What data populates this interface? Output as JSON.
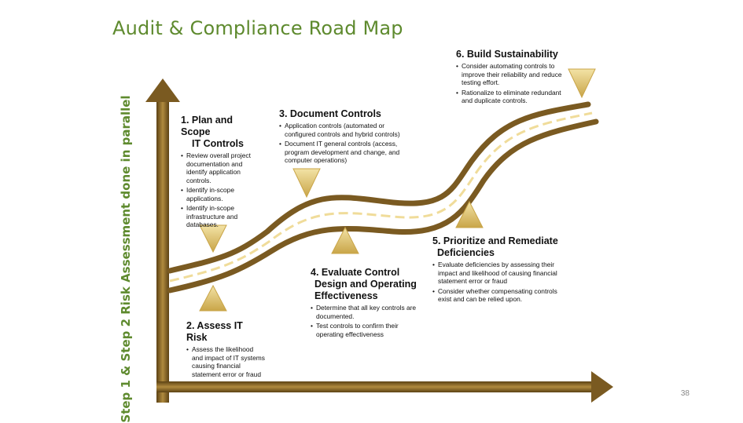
{
  "title": "Audit & Compliance Road Map",
  "vertical_label": "Step 1 & Step 2 Risk Assessment done in parallel",
  "steps": [
    {
      "title_line1": "1. Plan and Scope",
      "title_line2": "IT Controls",
      "bullets": [
        "Review overall project documentation and identify application controls.",
        "Identify in-scope applications.",
        "Identify in-scope infrastructure and databases."
      ]
    },
    {
      "title": "2. Assess IT Risk",
      "bullets": [
        "Assess the likelihood and impact of IT systems causing financial statement error or fraud"
      ]
    },
    {
      "title": "3. Document Controls",
      "bullets": [
        "Application controls (automated or configured controls and hybrid controls)",
        "Document IT general controls (access, program development and change, and computer operations)"
      ]
    },
    {
      "title_line1": "4. Evaluate Control",
      "title_line2": "Design and Operating",
      "title_line3": "Effectiveness",
      "bullets": [
        "Determine that all key controls are documented.",
        "Test controls to confirm their operating effectiveness"
      ]
    },
    {
      "title_line1": "5. Prioritize and Remediate",
      "title_line2": "Deficiencies",
      "bullets": [
        "Evaluate deficiencies by assessing their impact and likelihood of causing financial statement error or fraud",
        "Consider whether compensating controls exist and can be relied upon."
      ]
    },
    {
      "title": "6. Build Sustainability",
      "bullets": [
        "Consider automating controls to improve their reliability and reduce testing effort.",
        "Rationalize to eliminate redundant and duplicate controls."
      ]
    }
  ],
  "page_number": "38",
  "colors": {
    "title": "#5e8a2e",
    "road": "#7a5a21",
    "axis": "#7a5a21",
    "marker": "#e5cd7c",
    "dash": "#f0dc9a"
  }
}
